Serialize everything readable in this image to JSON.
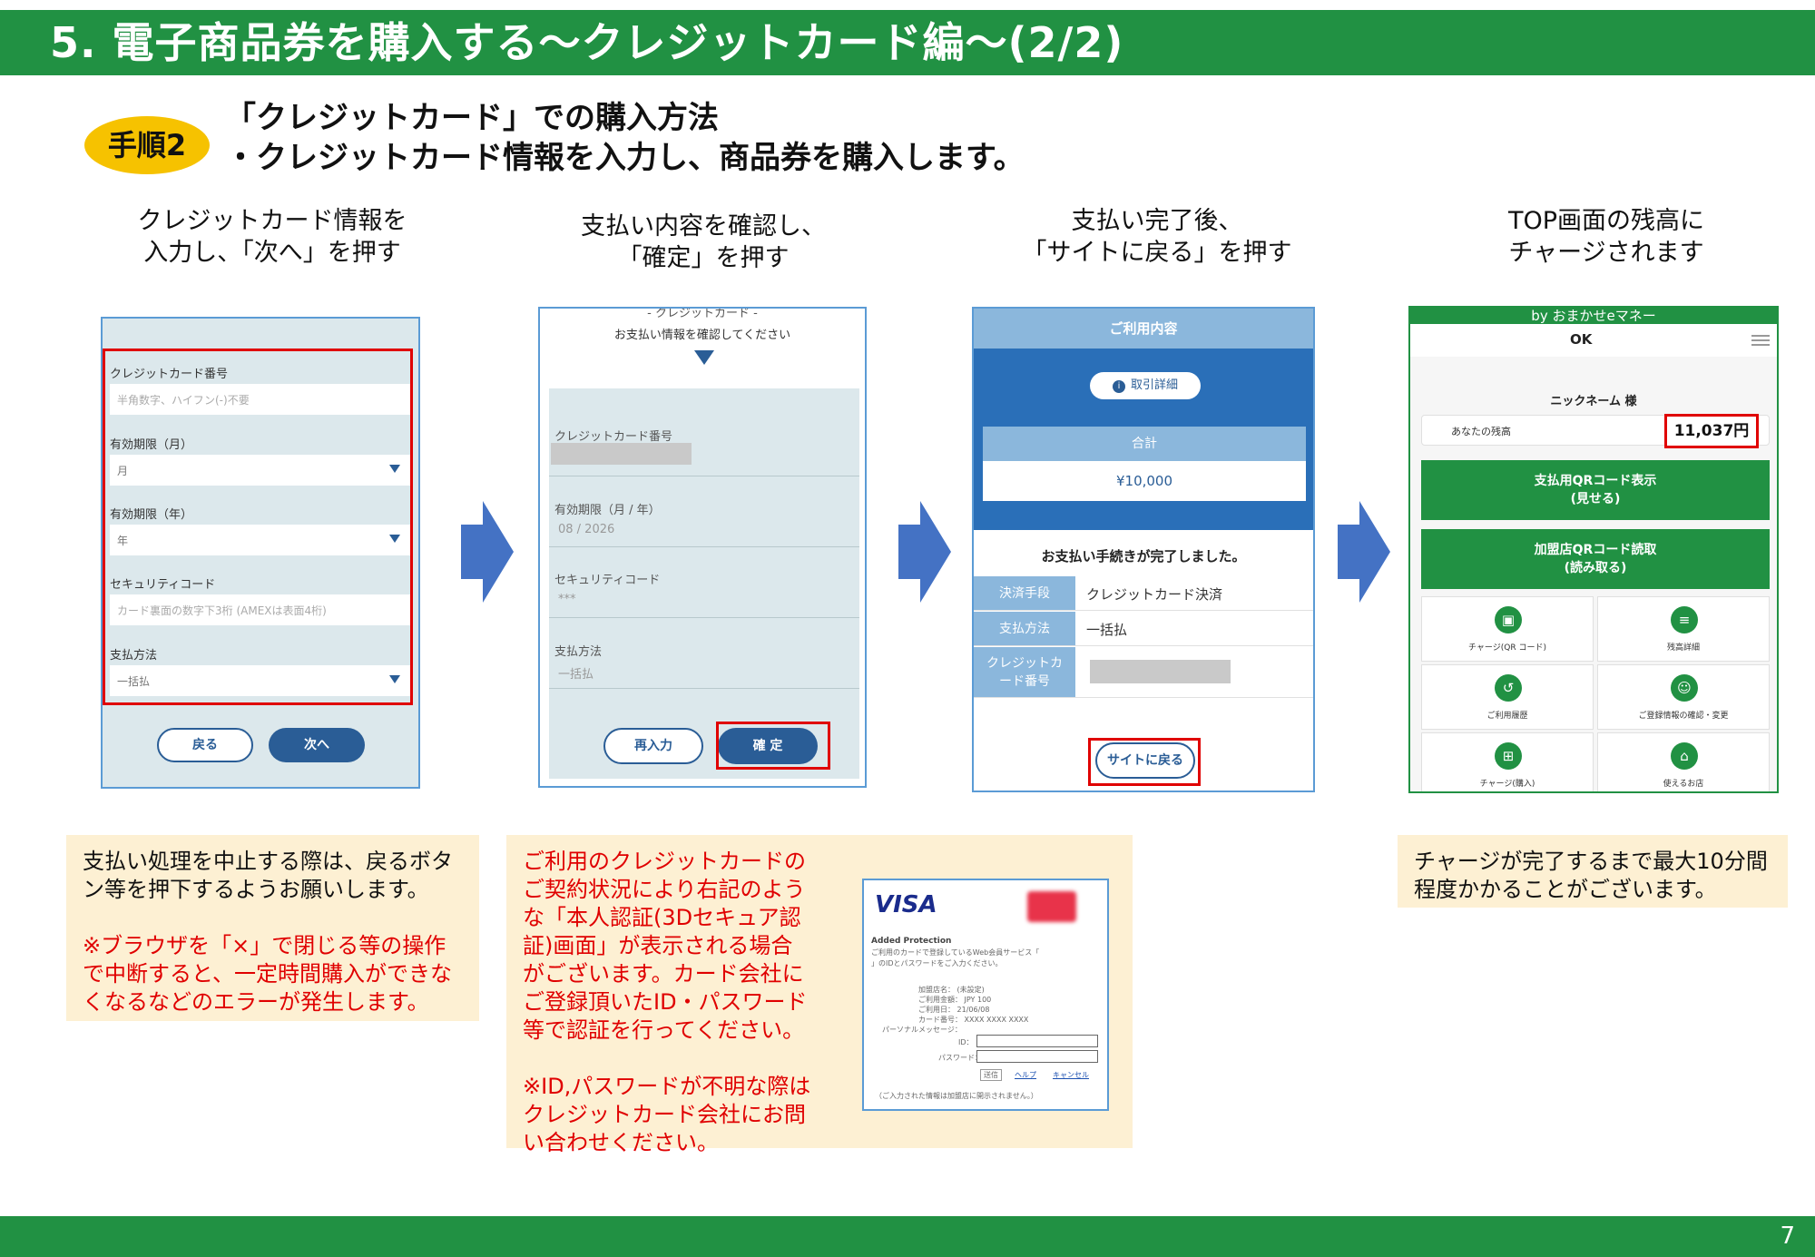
{
  "header": {
    "title": "5. 電子商品券を購入する～クレジットカード編～(2/2)"
  },
  "step": {
    "badge": "手順2",
    "title_line1": "「クレジットカード」での購入方法",
    "title_line2": "・クレジットカード情報を入力し、商品券を購入します。"
  },
  "captions": [
    {
      "line1": "クレジットカード情報を",
      "line2": "入力し、「次へ」を押す"
    },
    {
      "line1": "支払い内容を確認し、",
      "line2": "「確定」を押す"
    },
    {
      "line1": "支払い完了後、",
      "line2": "「サイトに戻る」を押す"
    },
    {
      "line1": "TOP画面の残高に",
      "line2": "チャージされます"
    }
  ],
  "screen1": {
    "card_label": "クレジットカード番号",
    "card_placeholder": "半角数字、ハイフン(-)不要",
    "month_label": "有効期限（月）",
    "month_value": "月",
    "year_label": "有効期限（年）",
    "year_value": "年",
    "security_label": "セキュリティコード",
    "security_placeholder": "カード裏面の数字下3桁 (AMEXは表面4桁)",
    "method_label": "支払方法",
    "method_value": "一括払",
    "back_button": "戻る",
    "next_button": "次へ"
  },
  "screen2": {
    "top_title": "- クレジットカード -",
    "confirm_text": "お支払い情報を確認してください",
    "card_label": "クレジットカード番号",
    "expiry_label": "有効期限（月 / 年）",
    "expiry_value": "08 / 2026",
    "security_label": "セキュリティコード",
    "security_value": "***",
    "method_label": "支払方法",
    "method_value": "一括払",
    "reenter_button": "再入力",
    "confirm_button": "確 定"
  },
  "screen3": {
    "header": "ご利用内容",
    "detail_button": "取引詳細",
    "total_label": "合計",
    "total_value": "¥10,000",
    "complete_text": "お支払い手続きが完了しました。",
    "rows": [
      {
        "key": "決済手段",
        "value": "クレジットカード決済"
      },
      {
        "key": "支払方法",
        "value": "一括払"
      },
      {
        "key": "クレジットカード番号",
        "value": ""
      }
    ],
    "return_button": "サイトに戻る"
  },
  "screen4": {
    "banner": "by おまかせeマネー",
    "logo": "OK",
    "nickname": "ニックネーム 様",
    "balance_label": "あなたの残高",
    "balance_value": "11,037円",
    "qr_show_line1": "支払用QRコード表示",
    "qr_show_line2": "(見せる)",
    "qr_read_line1": "加盟店QRコード読取",
    "qr_read_line2": "(読み取る)",
    "tiles": [
      {
        "label": "チャージ(QR コード)",
        "icon": "qr-charge-icon"
      },
      {
        "label": "残高詳細",
        "icon": "balance-detail-icon"
      },
      {
        "label": "ご利用履歴",
        "icon": "history-icon"
      },
      {
        "label": "ご登録情報の確認・変更",
        "icon": "profile-icon"
      },
      {
        "label": "チャージ(購入)",
        "icon": "basket-icon"
      },
      {
        "label": "使えるお店",
        "icon": "store-icon"
      }
    ]
  },
  "notes": {
    "left_normal": "支払い処理を中止する際は、戻るボタン等を押下するようお願いします。",
    "left_red": "※ブラウザを「×」で閉じる等の操作で中断すると、一定時間購入ができなくなるなどのエラーが発生します。",
    "middle_red1": "ご利用のクレジットカードのご契約状況により右記のような「本人認証(3Dセキュア認証)画面」が表示される場合がございます。カード会社にご登録頂いたID・パスワード等で認証を行ってください。",
    "middle_red2": "※ID,パスワードが不明な際は クレジットカード会社にお問い合わせください。",
    "right_normal": "チャージが完了するまで最大10分間程度かかることがございます。"
  },
  "visa_sample": {
    "brand": "VISA",
    "heading": "Added Protection",
    "desc": "ご利用のカードで登録しているWeb会員サービス「",
    "desc2": "」のIDとパスワードをご入力ください。",
    "merchant": "加盟店名： (未設定)",
    "amount": "ご利用金額： JPY 100",
    "date": "ご利用日： 21/06/08",
    "cardno": "カード番号： XXXX XXXX XXXX",
    "personal": "パーソナルメッセージ：",
    "id_label": "ID：",
    "pw_label": "パスワード：",
    "send": "送信",
    "help": "ヘルプ",
    "cancel": "キャンセル",
    "footnote": "（ご入力された情報は加盟店に開示されません。）"
  },
  "page_number": "7",
  "colors": {
    "green": "#219143",
    "blue": "#2a5d96",
    "arrow": "#4472c4",
    "red": "#e00000",
    "note_bg": "#fdf0d3",
    "badge": "#f6c200"
  }
}
